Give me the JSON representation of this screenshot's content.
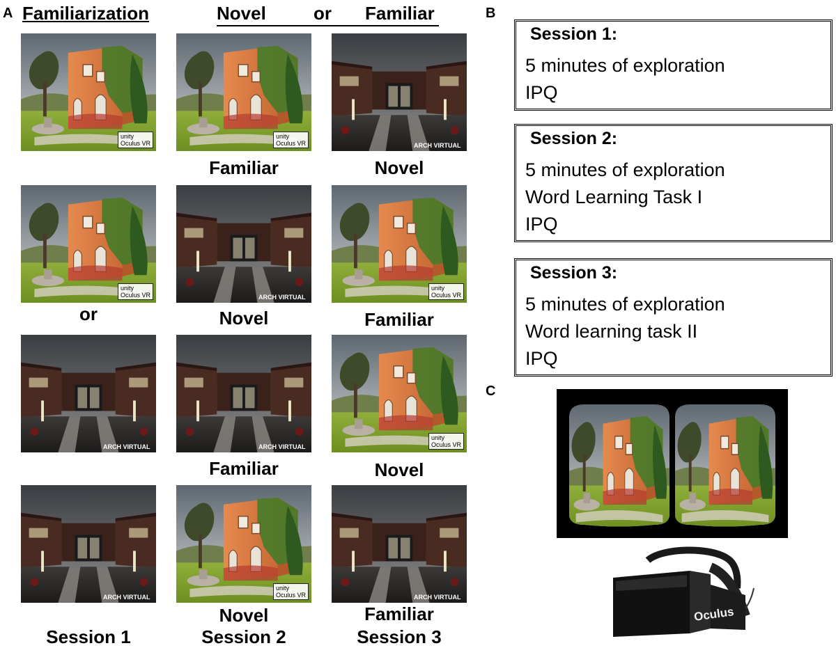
{
  "panel_a": {
    "letter": "A",
    "header_familiarization": "Familiarization",
    "header_novel": "Novel",
    "header_or": "or",
    "header_familiar": "Familiar",
    "captions": {
      "r1c2": "Familiar",
      "r1c3": "Novel",
      "r2c1": "or",
      "r2c2": "Novel",
      "r2c3": "Familiar",
      "r3c2": "Familiar",
      "r3c3": "Novel",
      "r4c2_top": "Novel",
      "r4c3_top": "Familiar",
      "session1": "Session 1",
      "session2": "Session 2",
      "session3": "Session 3"
    },
    "watermarks": {
      "unity": "unity",
      "oculus": "Oculus VR",
      "arch": "ARCH VIRTUAL"
    }
  },
  "panel_b": {
    "letter": "B",
    "sessions": [
      {
        "title": "Session 1:",
        "lines": [
          "5 minutes of exploration",
          "IPQ"
        ]
      },
      {
        "title": "Session 2:",
        "lines": [
          "5 minutes of exploration",
          "Word Learning Task I",
          "IPQ"
        ]
      },
      {
        "title": "Session 3:",
        "lines": [
          "5 minutes of exploration",
          "Word learning task II",
          "IPQ"
        ]
      }
    ]
  },
  "panel_c": {
    "letter": "C",
    "headset_brand": "Oculus"
  }
}
